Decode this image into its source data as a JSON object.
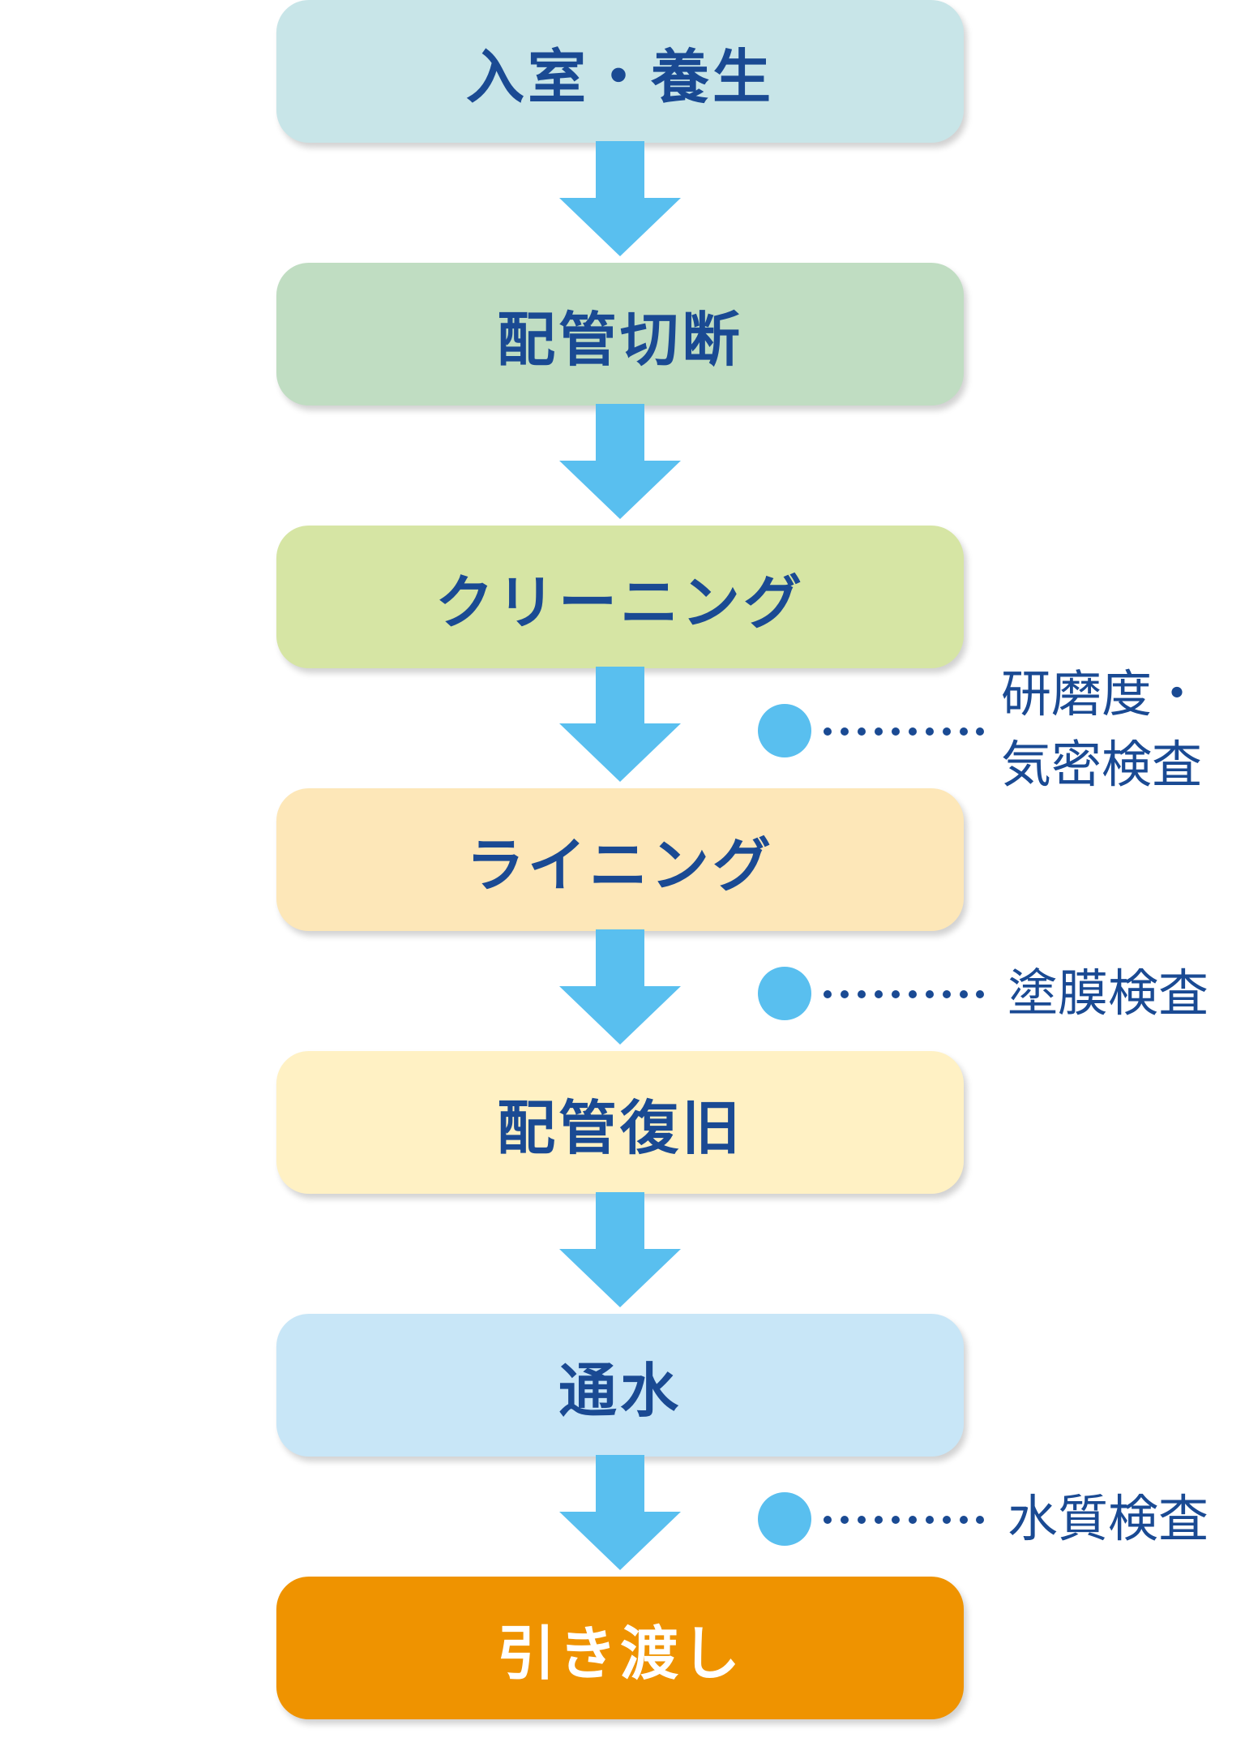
{
  "colors": {
    "step_text": "#1a4a93",
    "arrow": "#59bfef",
    "check_text": "#1a4a93"
  },
  "steps": [
    {
      "label": "入室・養生",
      "color": "#c8e5e8"
    },
    {
      "label": "配管切断",
      "color": "#c0ddc2"
    },
    {
      "label": "クリーニング",
      "color": "#d6e5a4"
    },
    {
      "label": "ライニング",
      "color": "#fde7b8"
    },
    {
      "label": "配管復旧",
      "color": "#fff1c4"
    },
    {
      "label": "通水",
      "color": "#c8e6f7"
    },
    {
      "label": "引き渡し",
      "color": "#ef9300"
    }
  ],
  "checks": [
    {
      "line1": "研磨度・",
      "line2": "気密検査"
    },
    {
      "line1": "塗膜検査"
    },
    {
      "line1": "水質検査"
    }
  ]
}
